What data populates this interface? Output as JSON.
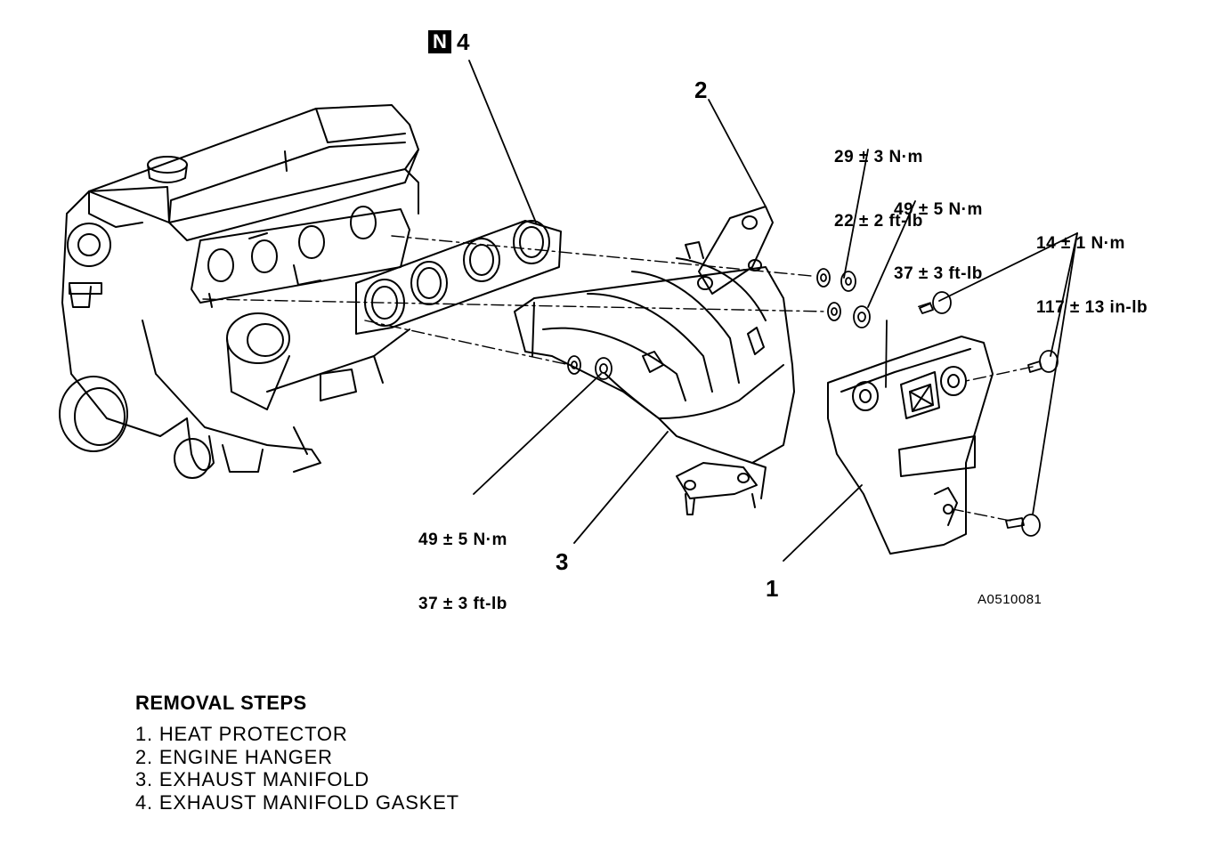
{
  "figure_code": "A0510081",
  "callouts": {
    "n_badge": "N",
    "c4": "4",
    "c2": "2",
    "c3": "3",
    "c1": "1"
  },
  "torque_specs": {
    "t_a": {
      "metric": "29 ± 3 N·m",
      "imperial": "22 ± 2 ft-lb"
    },
    "t_b": {
      "metric": "49 ± 5 N·m",
      "imperial": "37 ± 3 ft-lb"
    },
    "t_c": {
      "metric": "14 ± 1 N·m",
      "imperial": "117 ± 13 in-lb"
    },
    "t_d": {
      "metric": "49 ± 5 N·m",
      "imperial": "37 ± 3 ft-lb"
    }
  },
  "removal_steps": {
    "title": "REMOVAL STEPS",
    "items": [
      "1. HEAT PROTECTOR",
      "2. ENGINE HANGER",
      "3. EXHAUST MANIFOLD",
      "4. EXHAUST MANIFOLD GASKET"
    ]
  }
}
